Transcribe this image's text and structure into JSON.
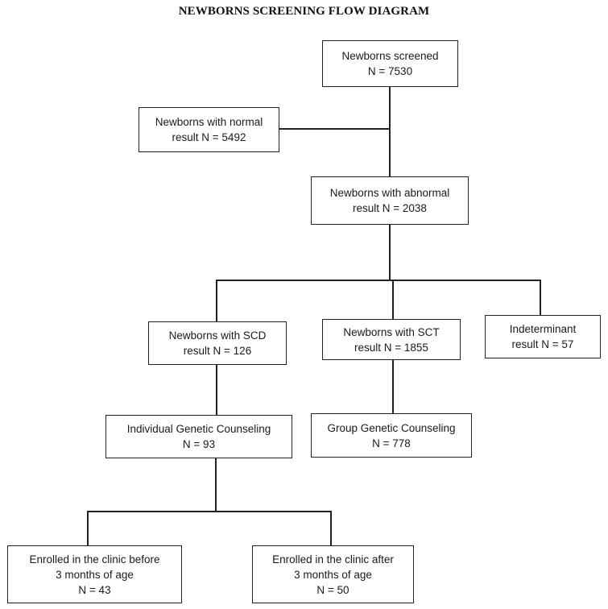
{
  "title": "NEWBORNS SCREENING FLOW DIAGRAM",
  "nodes": {
    "screened": "Newborns screened\nN = 7530",
    "normal": "Newborns with normal\nresult N = 5492",
    "abnormal": "Newborns with abnormal\nresult N = 2038",
    "scd": "Newborns with SCD\nresult N = 126",
    "sct": "Newborns with SCT\nresult N = 1855",
    "indeterminant": "Indeterminant\nresult N = 57",
    "individual_counseling": "Individual Genetic Counseling\nN = 93",
    "group_counseling": "Group Genetic Counseling\nN = 778",
    "enrolled_before": "Enrolled in the clinic before\n3 months of age\nN = 43",
    "enrolled_after": "Enrolled in the clinic after\n3 months of age\nN = 50"
  },
  "edges": [
    [
      "screened",
      "normal"
    ],
    [
      "screened",
      "abnormal"
    ],
    [
      "abnormal",
      "scd"
    ],
    [
      "abnormal",
      "sct"
    ],
    [
      "abnormal",
      "indeterminant"
    ],
    [
      "scd",
      "individual_counseling"
    ],
    [
      "sct",
      "group_counseling"
    ],
    [
      "individual_counseling",
      "enrolled_before"
    ],
    [
      "individual_counseling",
      "enrolled_after"
    ]
  ]
}
